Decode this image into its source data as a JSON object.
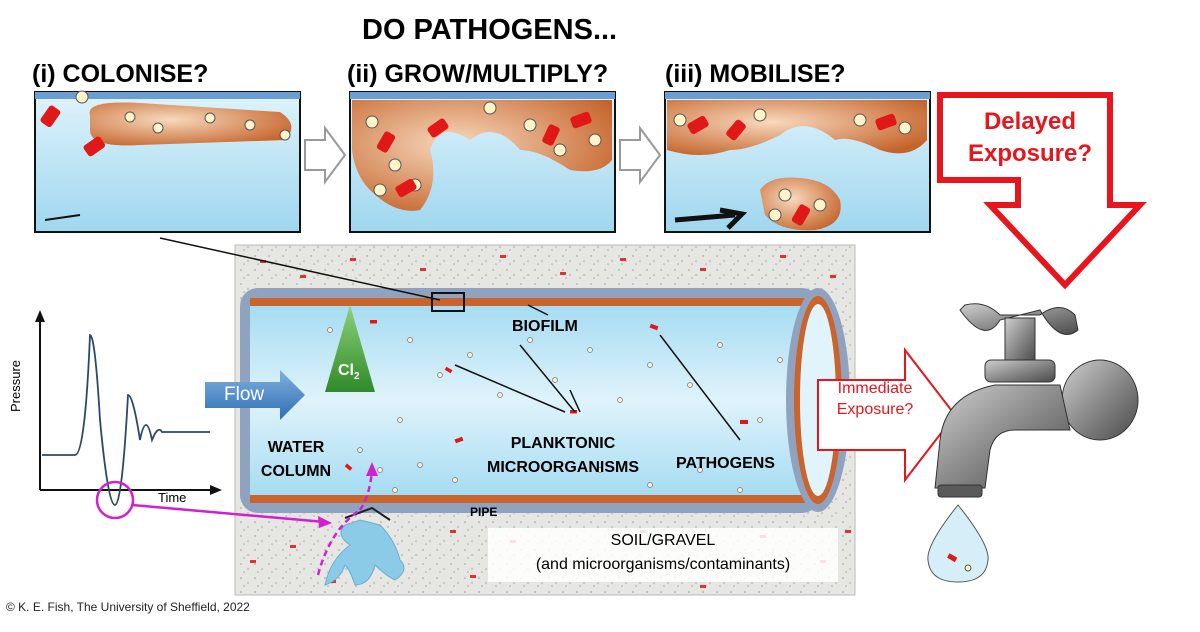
{
  "title": "DO PATHOGENS...",
  "phases": [
    {
      "label": "(i) COLONISE?"
    },
    {
      "label": "(ii) GROW/MULTIPLY?"
    },
    {
      "label": "(iii) MOBILISE?"
    }
  ],
  "delayed_exposure": "Delayed Exposure?",
  "immediate_exposure": "Immediate Exposure?",
  "flow_label": "Flow",
  "chlorine_label": "Cl",
  "chlorine_sub": "2",
  "labels": {
    "biofilm": "BIOFILM",
    "water_column": "WATER COLUMN",
    "planktonic": "PLANKTONIC MICROORGANISMS",
    "pathogens": "PATHOGENS",
    "pipe": "PIPE",
    "soil": "SOIL/GRAVEL",
    "soil_sub": "(and microorganisms/contaminants)"
  },
  "graph": {
    "ylabel": "Pressure",
    "xlabel": "Time"
  },
  "copyright": "© K. E. Fish, The University of Sheffield, 2022",
  "colors": {
    "water": "#bfe6f7",
    "biofilm": "#c5632a",
    "pathogen": "#e01818",
    "alert": "#e8161c",
    "flow": "#4a86c6"
  }
}
